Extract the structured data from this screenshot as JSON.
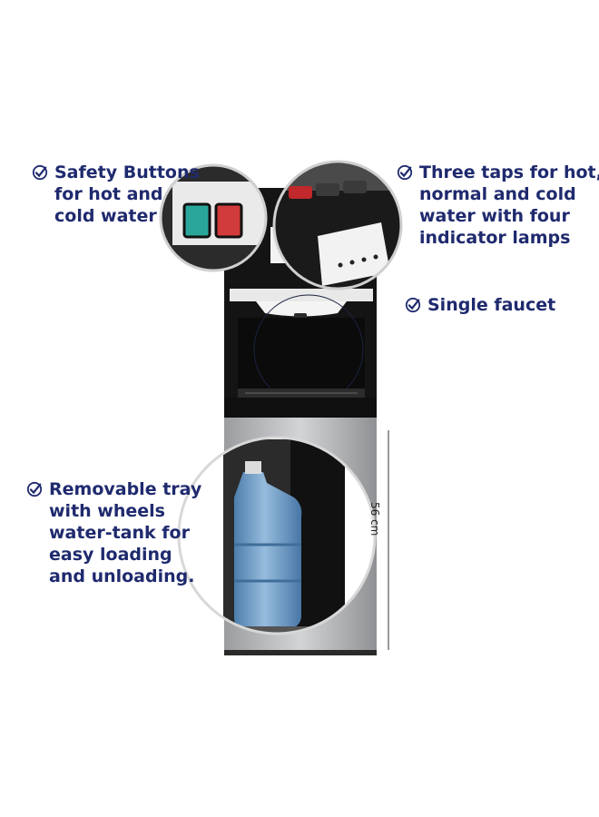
{
  "features": {
    "safety": {
      "lines": [
        "Safety Buttons",
        "for hot and",
        "cold water"
      ]
    },
    "taps": {
      "lines": [
        "Three taps for hot,",
        "normal and cold",
        "water with four",
        "indicator lamps"
      ]
    },
    "faucet": {
      "lines": [
        "Single faucet"
      ]
    },
    "tray": {
      "lines": [
        "Removable tray",
        "with wheels",
        "water-tank for",
        "easy loading",
        "and unloading."
      ]
    }
  },
  "dimension": {
    "label": "56 cm"
  },
  "icons": {
    "feature_marker": "check-circle-icon"
  },
  "colors": {
    "text": "#1f2a6e",
    "body_silver": "#b8babd",
    "body_black": "#141414",
    "water_bottle": "#6f9fc9",
    "button_green": "#2aa79a",
    "button_red": "#d13b3b"
  }
}
